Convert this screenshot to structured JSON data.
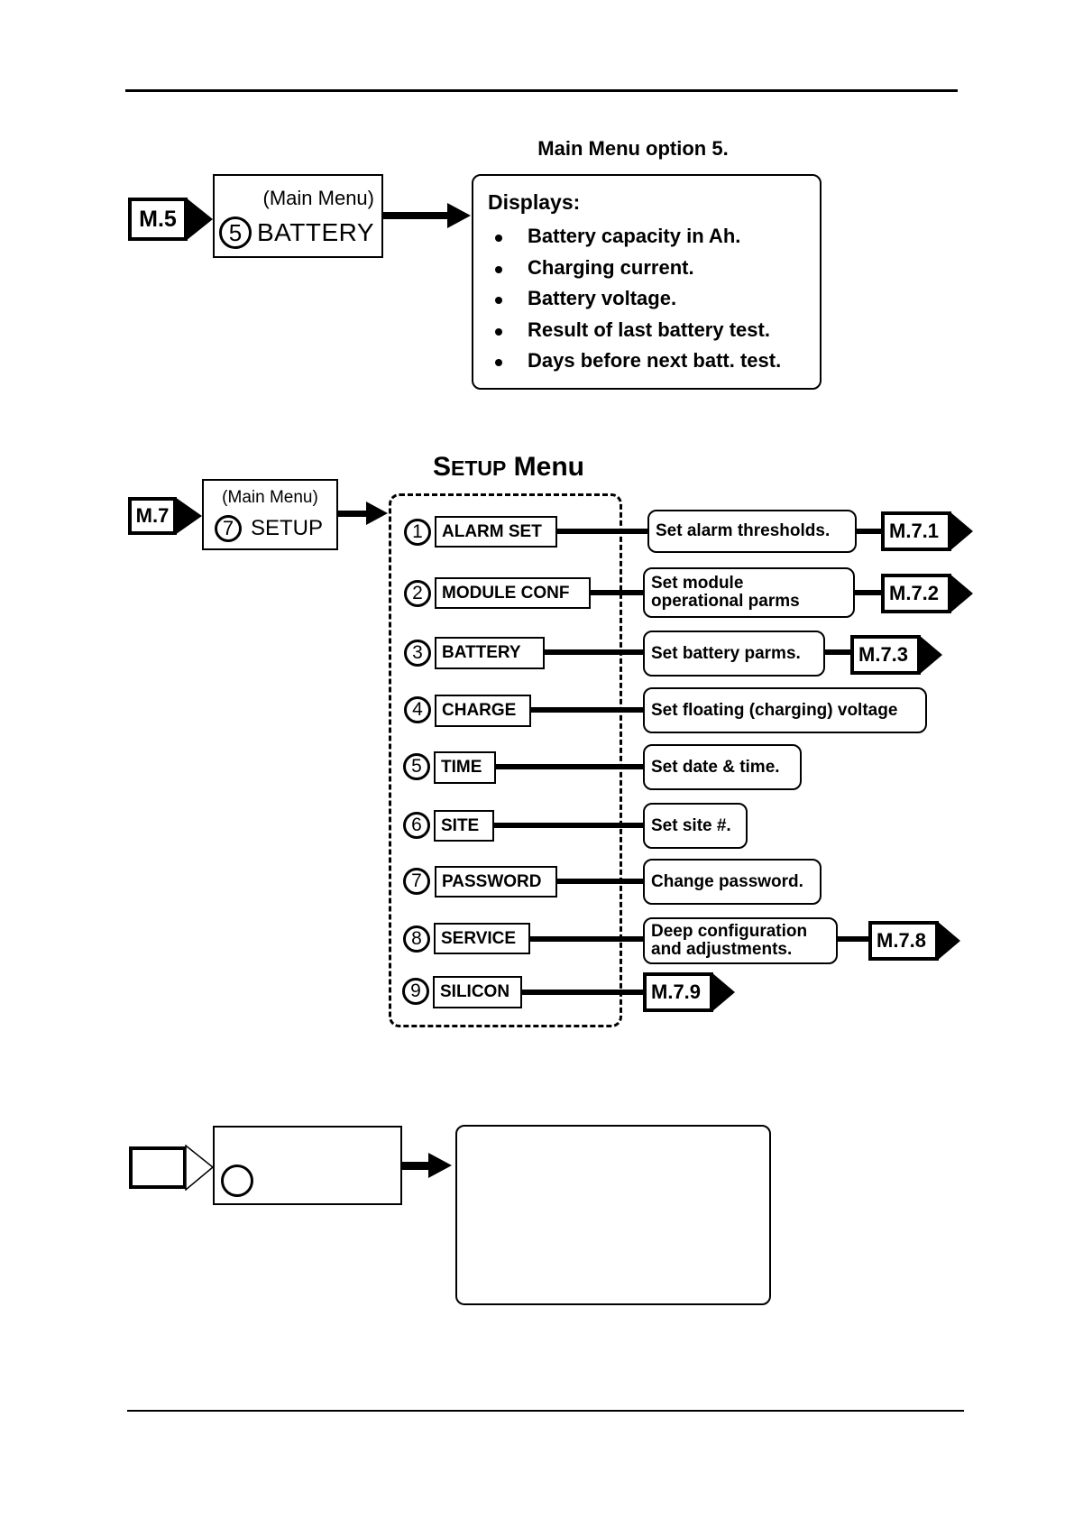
{
  "section_battery": {
    "caption": "Main Menu option 5.",
    "tag": "M.5",
    "menu_context": "(Main Menu)",
    "option_number": "5",
    "option_label": "BATTERY",
    "displays_heading": "Displays:",
    "displays_items": [
      "Battery capacity in Ah.",
      "Charging current.",
      "Battery voltage.",
      "Result of last battery test.",
      "Days before next batt. test."
    ]
  },
  "section_setup": {
    "title_prefix": "S",
    "title_smallcaps": "ETUP",
    "title_suffix": " Menu",
    "tag": "M.7",
    "menu_context": "(Main Menu)",
    "option_number": "7",
    "option_label": "SETUP",
    "items": [
      {
        "number": "1",
        "label": "ALARM SET",
        "description": "Set alarm thresholds.",
        "ref": "M.7.1"
      },
      {
        "number": "2",
        "label": "MODULE CONF",
        "description": "Set module\noperational parms",
        "ref": "M.7.2"
      },
      {
        "number": "3",
        "label": "BATTERY",
        "description": "Set battery parms.",
        "ref": "M.7.3"
      },
      {
        "number": "4",
        "label": "CHARGE",
        "description": "Set floating (charging) voltage",
        "ref": null
      },
      {
        "number": "5",
        "label": "TIME",
        "description": "Set date & time.",
        "ref": null
      },
      {
        "number": "6",
        "label": "SITE",
        "description": "Set site #.",
        "ref": null
      },
      {
        "number": "7",
        "label": "PASSWORD",
        "description": "Change password.",
        "ref": null
      },
      {
        "number": "8",
        "label": "SERVICE",
        "description": "Deep configuration\nand adjustments.",
        "ref": "M.7.8"
      },
      {
        "number": "9",
        "label": "SILICON",
        "description": null,
        "ref": "M.7.9"
      }
    ]
  },
  "section_template": {
    "tag": "",
    "menu_context": "",
    "option_number": "",
    "option_label": "",
    "content": ""
  }
}
